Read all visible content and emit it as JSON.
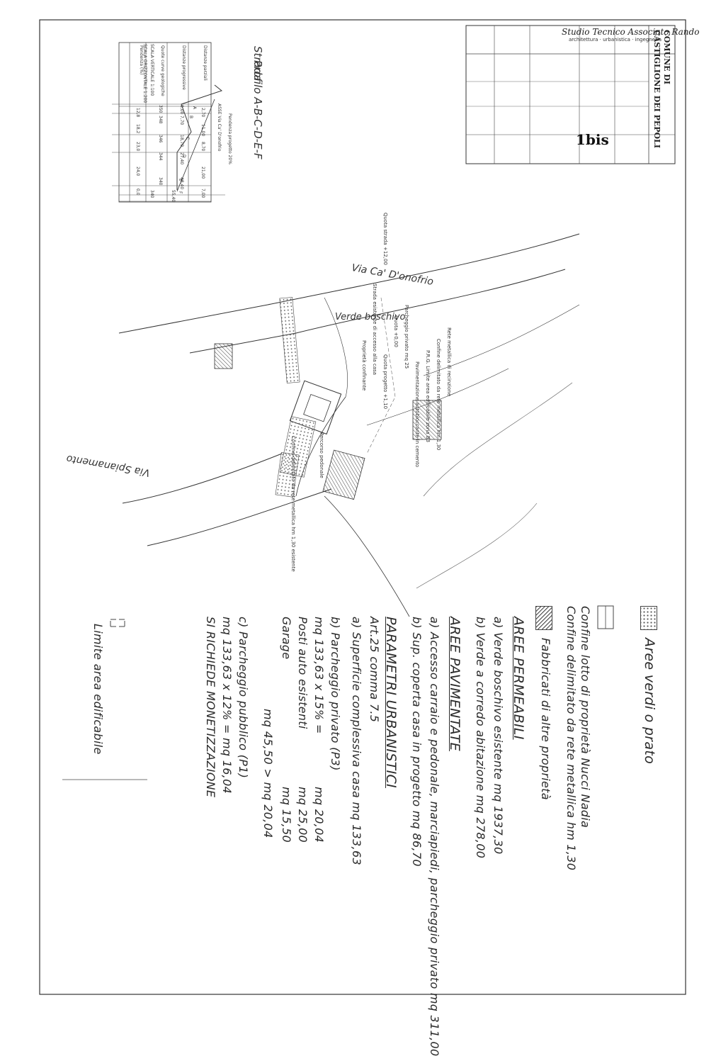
{
  "title_block": {
    "comune_line1": "COMUNE DI",
    "comune_line2": "CASTIGLIONE DEI PEPOLI",
    "studio": "Studio Tecnico Associato Rando",
    "studio_sub": "architettura · urbanistica · ingegneria",
    "sheet_number": "1bis"
  },
  "profile": {
    "label_line1": "Strada",
    "label_line2": "Profilo A-B-C-D-E-F",
    "slope_note": "Pendenza progetto 20%",
    "scale_vertical": "SCALA VERTICALE 1:100",
    "scale_horizontal": "SCALA ORIZZONTALE 1:200",
    "axis_label": "ASSE Via Ca' D'onofrio",
    "row_labels": [
      "Distanze parziali",
      "Distanze progressive",
      "Quote curve geologiche",
      "Pendenza (%)"
    ],
    "points": [
      "A",
      "B",
      "C",
      "D",
      "E",
      "F"
    ],
    "partial": [
      "2,70",
      "11,00",
      "8,70",
      "21,00",
      "7,00"
    ],
    "progressive": [
      "0,00",
      "7,70",
      "18,70",
      "27,40",
      "48,40",
      "55,40"
    ],
    "quote": [
      "350",
      "348",
      "346",
      "344",
      "340",
      "340"
    ],
    "pendenza": [
      "12,8",
      "18,2",
      "23,0",
      "24,0",
      "0,0"
    ]
  },
  "map": {
    "street1": "Via Ca' D'onofrio",
    "street2": "Via Spianamento",
    "area_verde": "Verde boschivo",
    "labels": [
      "Rete metallica di recinzione",
      "Confine delimitato da rete metallica hm 1,30",
      "P.R.G. Limite area edificabile zona B3",
      "Pavimentazione autobloccante in cemento",
      "Parcheggio privato mq 25",
      "Quota +0,00",
      "Quota progetto +1,10",
      "Strada esistente di accesso alla casa",
      "Proprietà confinante",
      "Percorso pedonale",
      "Confine delimitato da rete metallica hm 1,30 esistente",
      "Quota strada +12,00"
    ]
  },
  "legend": {
    "items": [
      {
        "label": "Aree verdi o prato",
        "swatch": "dots"
      },
      {
        "label": "Confine lotto di proprietà Nucci Nadia",
        "swatch": "outline"
      },
      {
        "label": "Confine delimitato da rete metallica hm 1,30",
        "swatch": "none"
      },
      {
        "label": "Fabbricati di altre proprietà",
        "swatch": "hatch"
      }
    ],
    "limite": "Limite area edificabile"
  },
  "notes": {
    "permeabili_heading": "AREE PERMEABILI",
    "permeabili": [
      "a) Verde boschivo esistente mq 1937,30",
      "b) Verde a corredo abitazione mq 278,00"
    ],
    "pavimentate_heading": "AREE PAVIMENTATE",
    "pavimentate": [
      "a) Accesso carraio e pedonale, marciapiedi, parcheggio privato mq 311,00",
      "b) Sup. coperta casa in progetto mq 86,70"
    ],
    "parametri_heading": "PARAMETRI URBANISTICI",
    "art": "Art.25 comma 7.5",
    "superficie": "a) Superficie complessiva casa mq 133,63",
    "parcheggio_privato": "b) Parcheggio privato (P3)",
    "pp_calc": "mq 133,63 x 15% =",
    "pp_val": "mq 20,04",
    "posti_auto": "Posti auto esistenti",
    "posti_val": "mq 25,00",
    "garage": "Garage",
    "garage_val": "mq 15,50",
    "total": "mq 45,50 > mq 20,04",
    "parcheggio_pubblico": "c) Parcheggio pubblico (P1)",
    "pub_calc": "mq 133,63 x 12% = mq 16,04",
    "monetizzazione": "SI RICHIEDE MONETIZZAZIONE"
  }
}
